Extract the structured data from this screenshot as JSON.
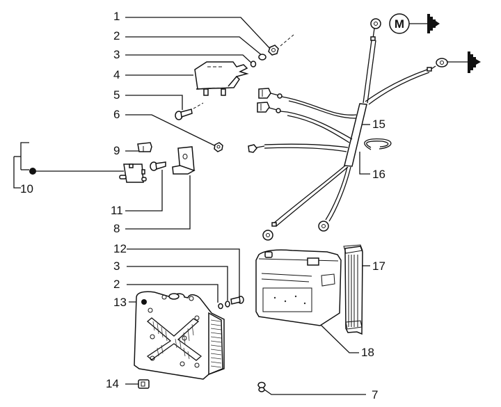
{
  "title": "Electrical system exploded parts diagram",
  "callouts": [
    {
      "id": "1",
      "part": "nut"
    },
    {
      "id": "2",
      "part": "washer"
    },
    {
      "id": "3",
      "part": "lock washer"
    },
    {
      "id": "4",
      "part": "voltage regulator"
    },
    {
      "id": "5",
      "part": "screw"
    },
    {
      "id": "6",
      "part": "nut"
    },
    {
      "id": "7",
      "part": "grommet"
    },
    {
      "id": "8",
      "part": "bracket"
    },
    {
      "id": "9",
      "part": "cap"
    },
    {
      "id": "10",
      "part": "relay / connector assembly"
    },
    {
      "id": "11",
      "part": "bolt"
    },
    {
      "id": "12",
      "part": "bolt"
    },
    {
      "id": "13",
      "part": "battery cover"
    },
    {
      "id": "14",
      "part": "clip"
    },
    {
      "id": "15",
      "part": "wiring harness"
    },
    {
      "id": "16",
      "part": "clamp ring"
    },
    {
      "id": "17",
      "part": "battery support strip"
    },
    {
      "id": "18",
      "part": "battery"
    }
  ],
  "labels": {
    "l1": "1",
    "l2a": "2",
    "l3a": "3",
    "l4": "4",
    "l5": "5",
    "l6": "6",
    "l9": "9",
    "l10": "10",
    "l11": "11",
    "l8": "8",
    "l12": "12",
    "l3b": "3",
    "l2b": "2",
    "l13": "13",
    "l14": "14",
    "l15": "15",
    "l16": "16",
    "l17": "17",
    "l18": "18",
    "l7": "7"
  },
  "symbols": {
    "motor_ground": "M",
    "ground_icon": "ground-symbol"
  }
}
